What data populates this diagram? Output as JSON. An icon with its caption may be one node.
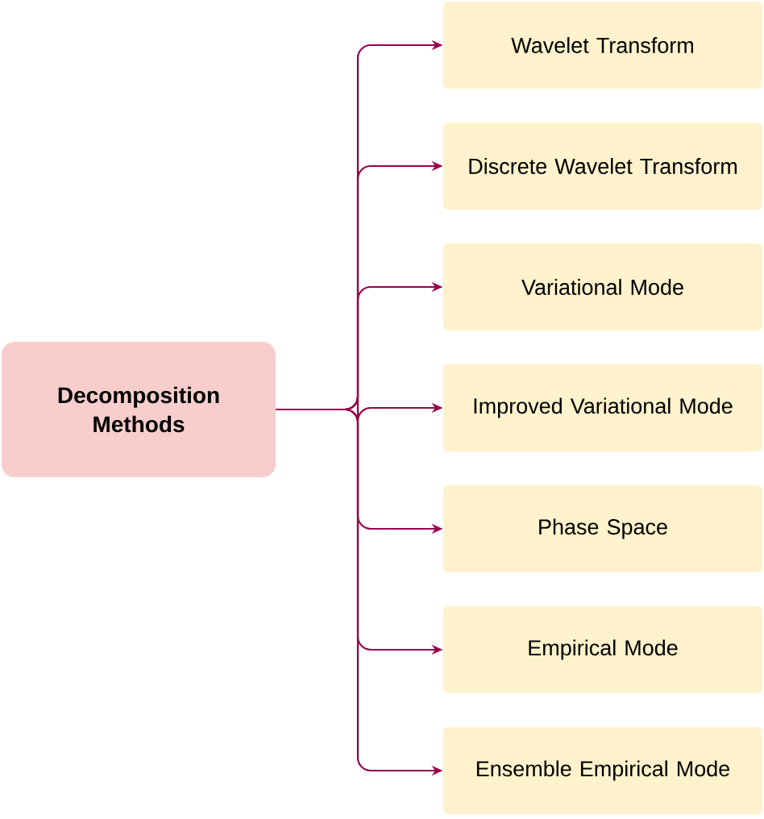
{
  "diagram": {
    "nodes": [
      {
        "text": [
          "Decomposition Methods"
        ]
      },
      {
        "text": [
          "Wavelet Transform"
        ]
      },
      {
        "text": [
          "Discrete Wavelet Transform"
        ]
      },
      {
        "text": [
          "Variational Mode"
        ]
      },
      {
        "text": [
          "Improved Variational Mode"
        ]
      },
      {
        "text": [
          "Phase Space"
        ]
      },
      {
        "text": [
          "Empirical Mode"
        ]
      },
      {
        "text": [
          "Ensemble Empirical Mode"
        ]
      }
    ],
    "edges": [
      {
        "from": 0,
        "to": 1,
        "arrow": "to"
      },
      {
        "from": 0,
        "to": 2,
        "arrow": "to"
      },
      {
        "from": 0,
        "to": 3,
        "arrow": "to"
      },
      {
        "from": 0,
        "to": 4,
        "arrow": "to"
      },
      {
        "from": 0,
        "to": 5,
        "arrow": "to"
      },
      {
        "from": 0,
        "to": 6,
        "arrow": "to"
      },
      {
        "from": 0,
        "to": 7,
        "arrow": "to"
      }
    ]
  }
}
